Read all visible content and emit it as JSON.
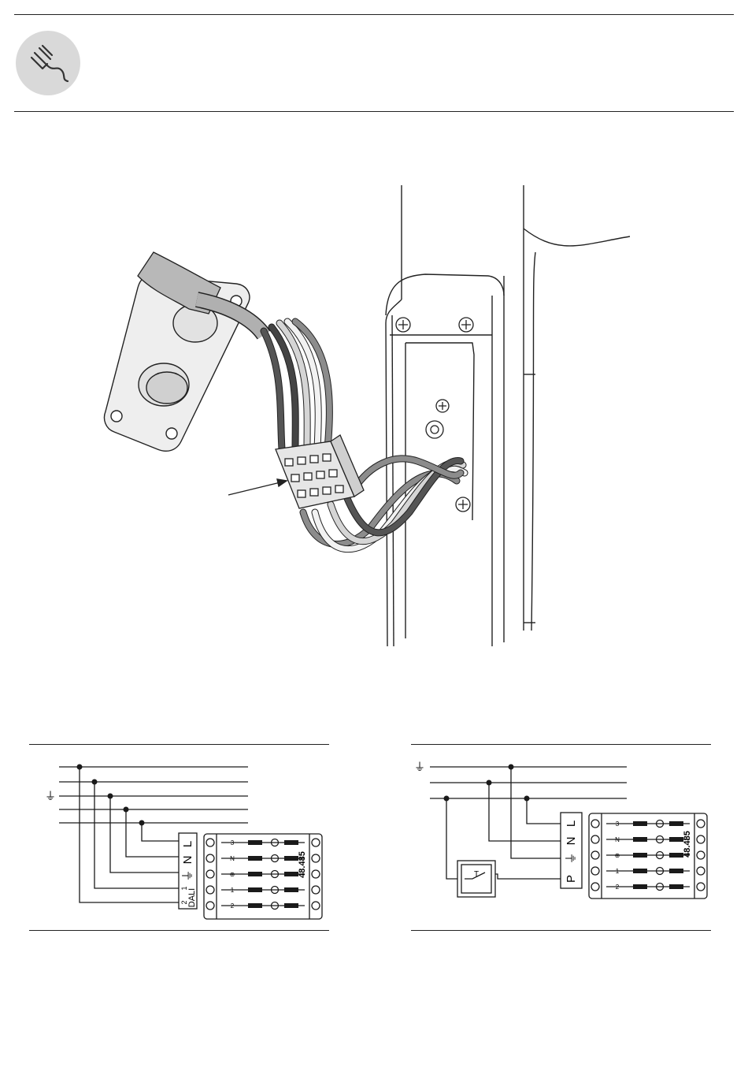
{
  "header": {
    "icon": "plug-cable-icon",
    "badge_color": "#d9d9d9"
  },
  "diagram_left": {
    "earth_symbol": "⏚",
    "connector_labels": [
      "L",
      "N",
      "⏚",
      "1",
      "2"
    ],
    "dali_label": "DALI",
    "terminal_numbers": [
      "3",
      "N",
      "⊕",
      "1",
      "2"
    ],
    "part_number": "48.485"
  },
  "diagram_right": {
    "earth_symbol": "⏚",
    "connector_labels": [
      "L",
      "N",
      "⏚",
      "P"
    ],
    "switch_label": "T",
    "terminal_numbers": [
      "3",
      "N",
      "⊕",
      "1",
      "2"
    ],
    "part_number": "48.485"
  },
  "colors": {
    "wire_dark": "#555555",
    "wire_mid": "#8c8c8c",
    "wire_light": "#d0d0d0",
    "line": "#1a1a1a"
  }
}
